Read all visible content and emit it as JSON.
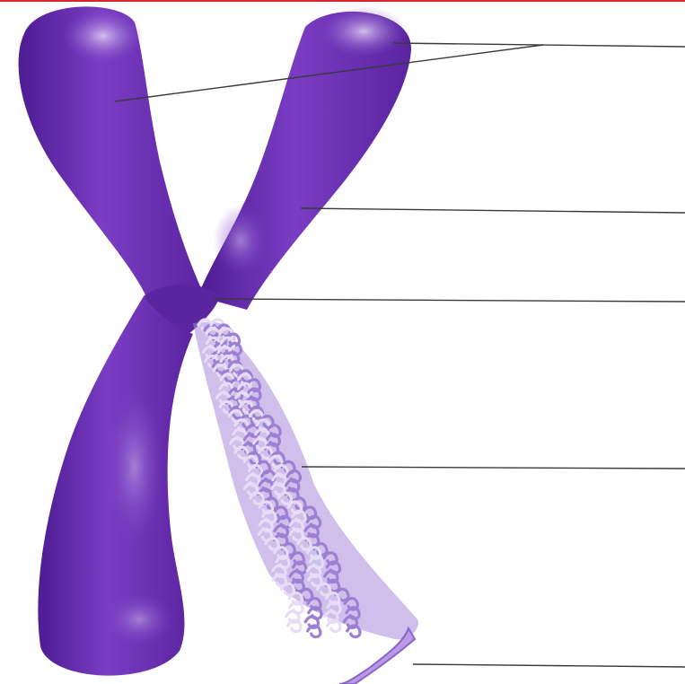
{
  "colors": {
    "background": "#ffffff",
    "top_border": "#d9262b",
    "chromatid_dark": "#4a1a8c",
    "chromatid_mid": "#6a2fb5",
    "chromatid_light": "#c9aee6",
    "chromatin": "#9d7fd4",
    "chromatin_light": "#e6dcf5",
    "leader_line": "#3a3a3a"
  },
  "diagram": {
    "subject": "chromosome-structure",
    "labels": [
      {
        "id": "telomere",
        "text": ""
      },
      {
        "id": "chromatid",
        "text": ""
      },
      {
        "id": "centromere",
        "text": ""
      },
      {
        "id": "chromatin",
        "text": ""
      },
      {
        "id": "dna",
        "text": ""
      }
    ]
  }
}
